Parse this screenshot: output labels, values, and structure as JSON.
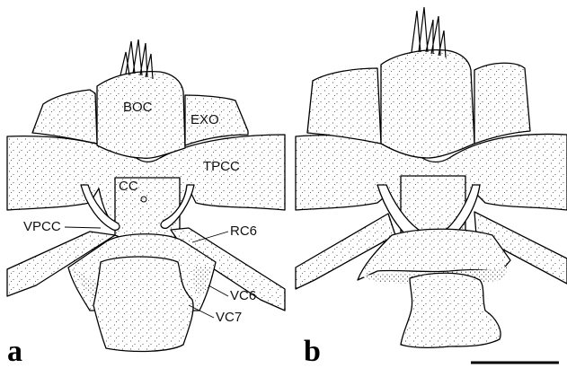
{
  "panel_a": {
    "panel_label": "a",
    "labels": {
      "boc": "BOC",
      "exo": "EXO",
      "tpcc": "TPCC",
      "cc": "CC",
      "vpcc": "VPCC",
      "rc6": "RC6",
      "vc6": "VC6",
      "vc7": "VC7"
    }
  },
  "panel_b": {
    "panel_label": "b"
  },
  "scale_bar": {
    "present": true
  },
  "colors": {
    "ink": "#000000",
    "background": "#ffffff"
  }
}
